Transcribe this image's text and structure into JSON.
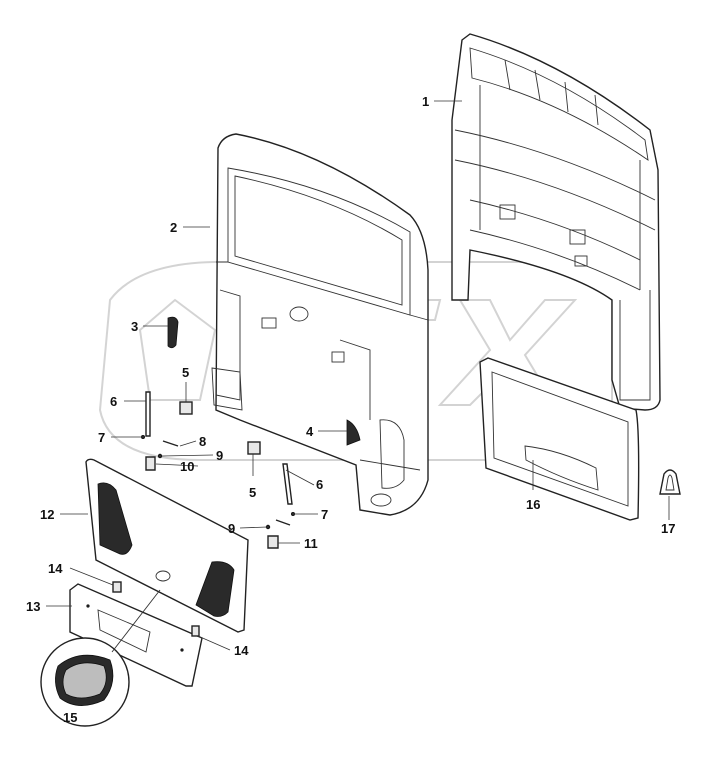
{
  "diagram": {
    "callouts": [
      {
        "id": "c1",
        "text": "1"
      },
      {
        "id": "c2",
        "text": "2"
      },
      {
        "id": "c3",
        "text": "3"
      },
      {
        "id": "c4",
        "text": "4"
      },
      {
        "id": "c5a",
        "text": "5"
      },
      {
        "id": "c5b",
        "text": "5"
      },
      {
        "id": "c6a",
        "text": "6"
      },
      {
        "id": "c6b",
        "text": "6"
      },
      {
        "id": "c7a",
        "text": "7"
      },
      {
        "id": "c7b",
        "text": "7"
      },
      {
        "id": "c8",
        "text": "8"
      },
      {
        "id": "c9a",
        "text": "9"
      },
      {
        "id": "c9b",
        "text": "9"
      },
      {
        "id": "c10",
        "text": "10"
      },
      {
        "id": "c11",
        "text": "11"
      },
      {
        "id": "c12",
        "text": "12"
      },
      {
        "id": "c13",
        "text": "13"
      },
      {
        "id": "c14a",
        "text": "14"
      },
      {
        "id": "c14b",
        "text": "14"
      },
      {
        "id": "c15",
        "text": "15"
      },
      {
        "id": "c16",
        "text": "16"
      },
      {
        "id": "c17",
        "text": "17"
      }
    ],
    "watermark_icon": "opex-logo-watermark"
  }
}
